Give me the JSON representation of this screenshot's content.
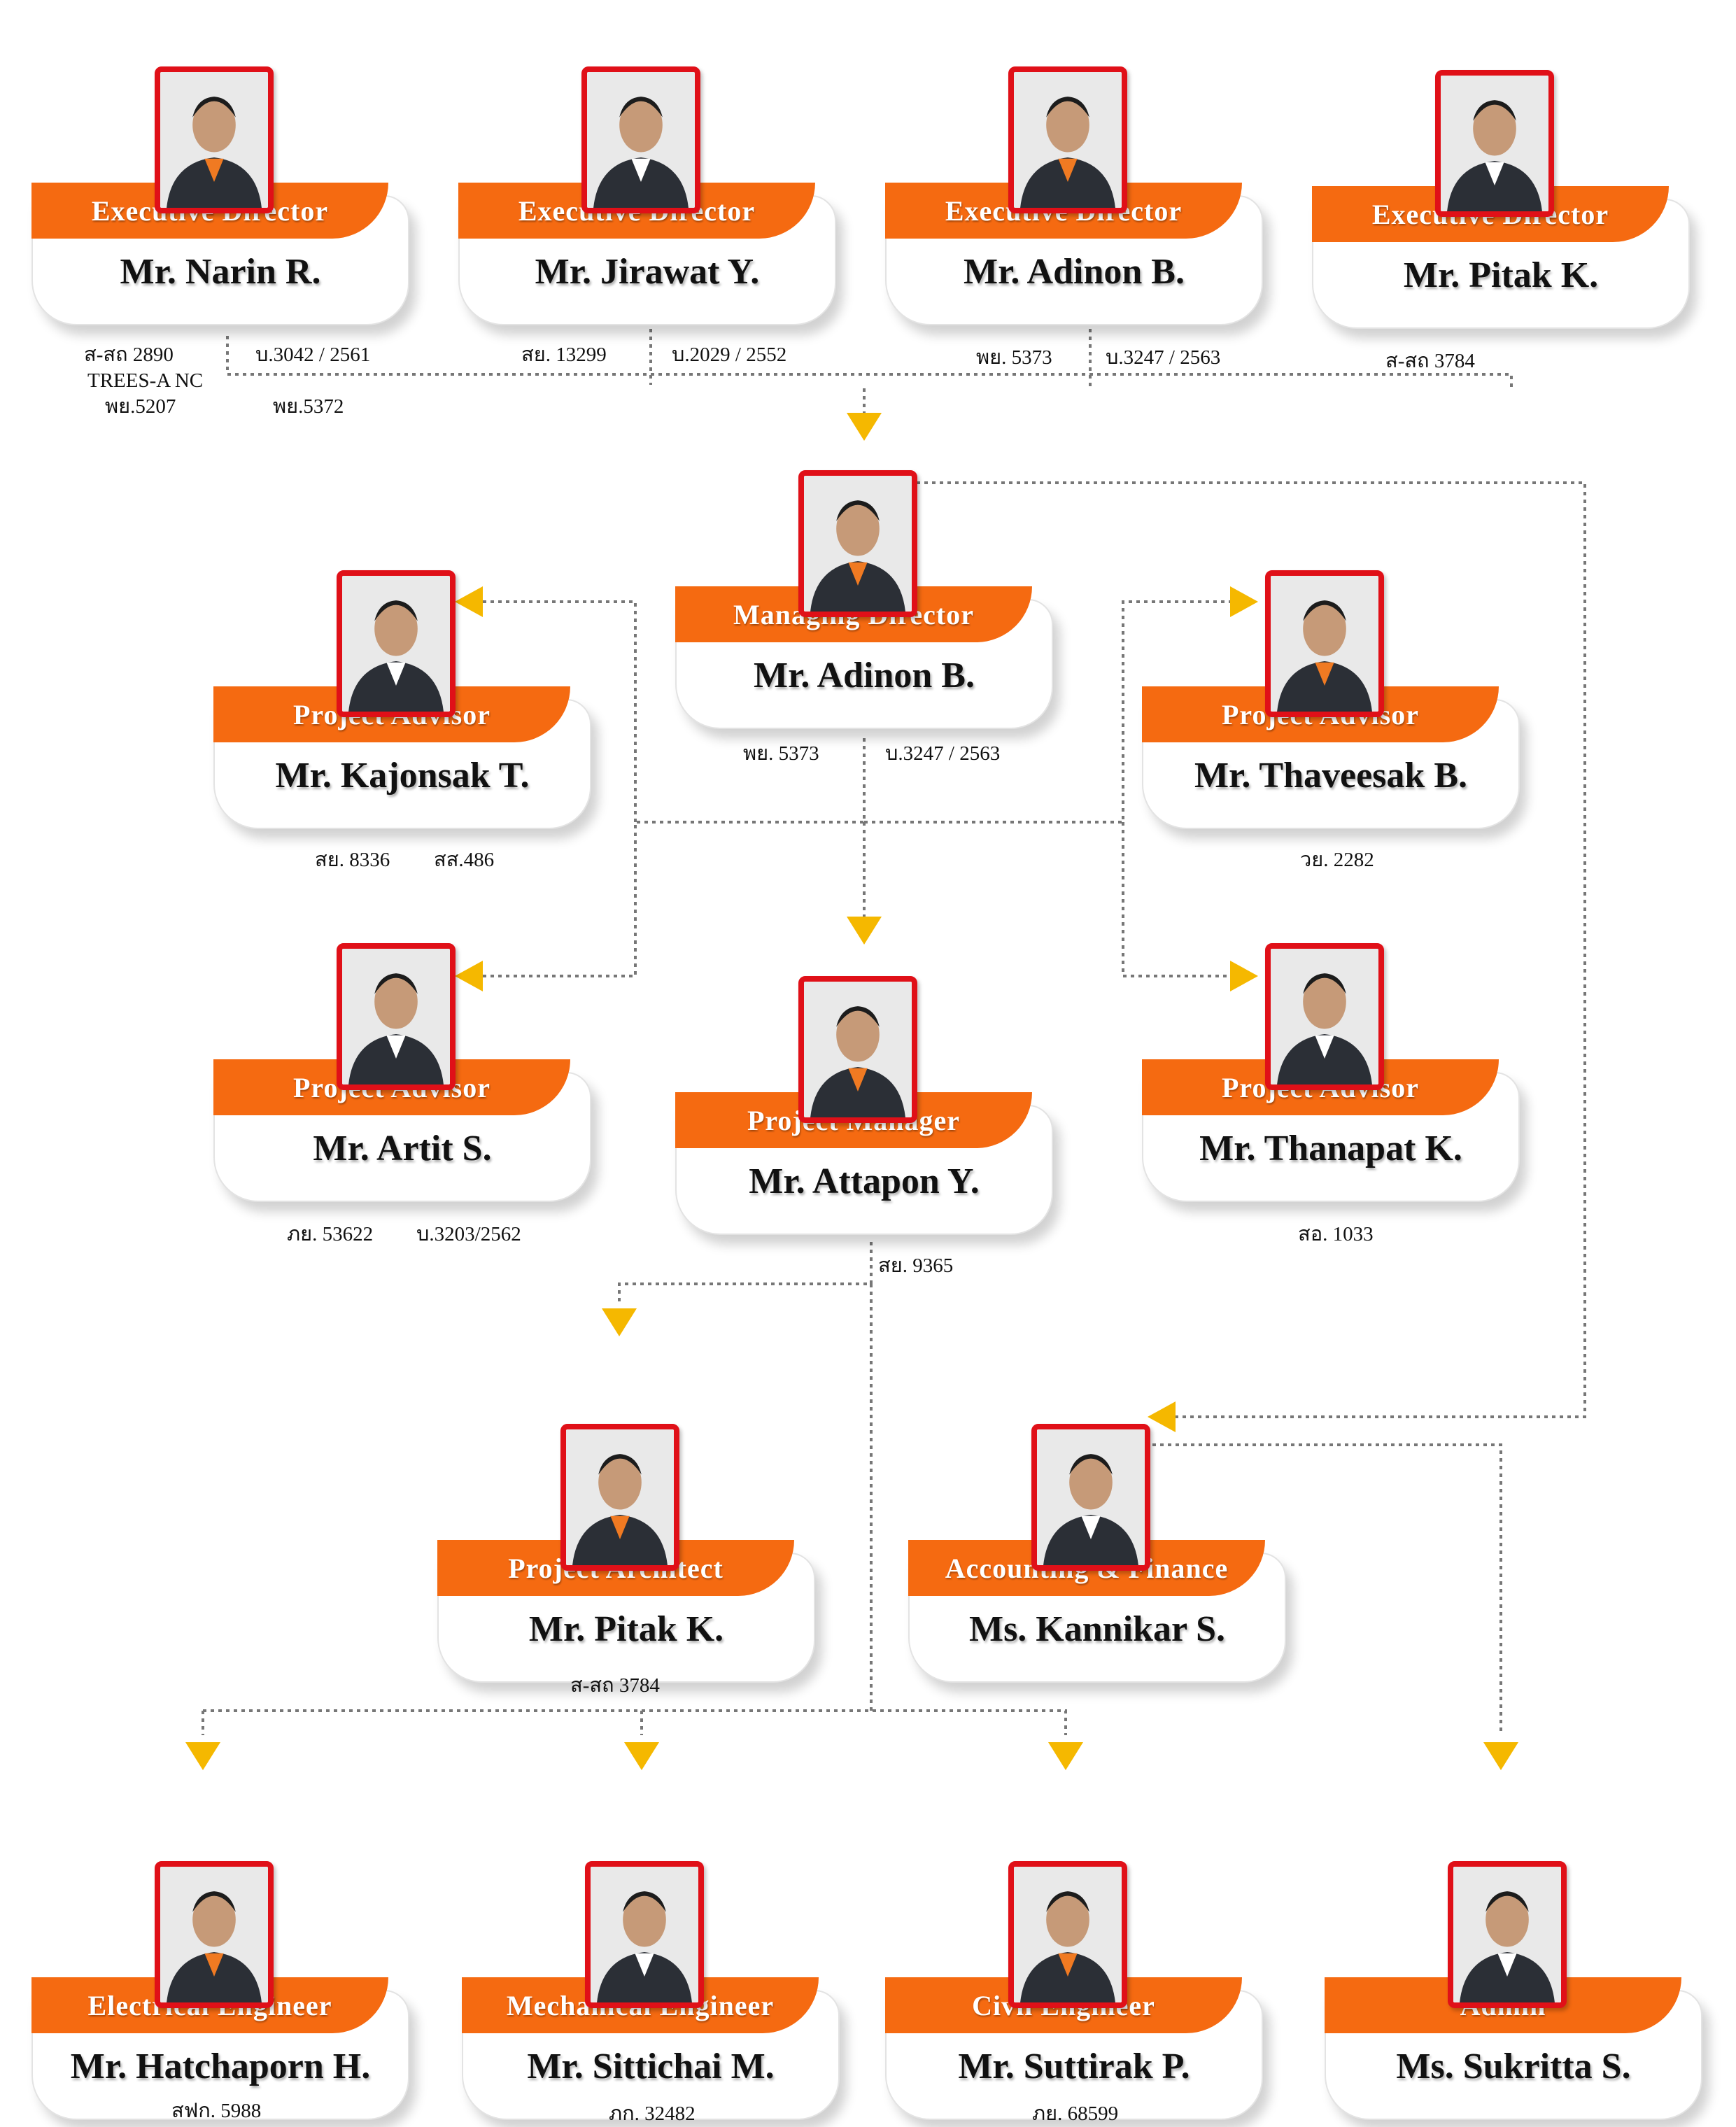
{
  "colors": {
    "title_bar": "#f56a11",
    "photo_border": "#e01018",
    "arrow": "#f5b800",
    "connector": "#777777"
  },
  "people": [
    {
      "id": "ed1",
      "title": "Executive Director",
      "name": "Mr. Narin R.",
      "creds": [
        "ส-สถ  2890",
        "บ.3042 / 2561",
        "TREES-A NC",
        "พย.5207",
        "พย.5372"
      ]
    },
    {
      "id": "ed2",
      "title": "Executive Director",
      "name": "Mr. Jirawat Y.",
      "creds": [
        "สย. 13299",
        "บ.2029 / 2552"
      ]
    },
    {
      "id": "ed3",
      "title": "Executive Director",
      "name": "Mr. Adinon B.",
      "creds": [
        "พย. 5373",
        "บ.3247 / 2563"
      ]
    },
    {
      "id": "ed4",
      "title": "Executive Director",
      "name": "Mr. Pitak K.",
      "creds": [
        "ส-สถ 3784"
      ]
    },
    {
      "id": "md",
      "title": "Managing Director",
      "name": "Mr. Adinon B.",
      "creds": [
        "พย. 5373",
        "บ.3247 / 2563"
      ]
    },
    {
      "id": "pa1",
      "title": "Project  Advisor",
      "name": "Mr. Kajonsak T.",
      "creds": [
        "สย. 8336",
        "สส.486"
      ]
    },
    {
      "id": "pa2",
      "title": "Project  Advisor",
      "name": "Mr. Thaveesak B.",
      "creds": [
        "วย. 2282"
      ]
    },
    {
      "id": "pa3",
      "title": "Project  Advisor",
      "name": "Mr. Artit S.",
      "creds": [
        "ภย. 53622",
        "บ.3203/2562"
      ]
    },
    {
      "id": "pm",
      "title": "Project  Manager",
      "name": "Mr. Attapon Y.",
      "creds": [
        "สย. 9365"
      ]
    },
    {
      "id": "pa4",
      "title": "Project  Advisor",
      "name": "Mr. Thanapat K.",
      "creds": [
        "สอ. 1033"
      ]
    },
    {
      "id": "parch",
      "title": "Project  Architect",
      "name": "Mr. Pitak K.",
      "creds": [
        "ส-สถ 3784"
      ]
    },
    {
      "id": "acc",
      "title": "Accounting & Finance",
      "name": "Ms. Kannikar S.",
      "creds": []
    },
    {
      "id": "ee",
      "title": "Electrical  Engineer",
      "name": "Mr. Hatchaporn H.",
      "creds": [
        "สฟก. 5988"
      ]
    },
    {
      "id": "me",
      "title": "Mechanical Engineer",
      "name": "Mr. Sittichai M.",
      "creds": [
        "ภก. 32482"
      ]
    },
    {
      "id": "ce",
      "title": "Civil  Engineer",
      "name": "Mr. Suttirak P.",
      "creds": [
        "ภย. 68599"
      ]
    },
    {
      "id": "admin",
      "title": "Admin",
      "name": "Ms. Sukritta S.",
      "creds": []
    }
  ]
}
